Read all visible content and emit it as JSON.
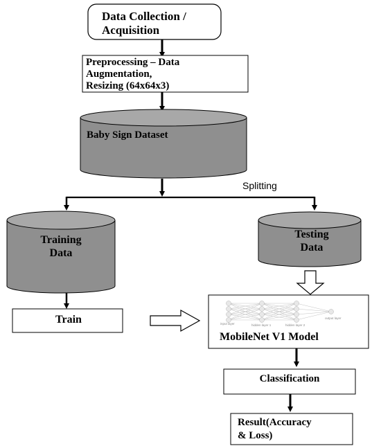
{
  "nodes": {
    "data_collection": {
      "line1": "Data Collection /",
      "line2": "Acquisition"
    },
    "preprocessing": {
      "line1": "Preprocessing – Data",
      "line2": "Augmentation,",
      "line3": "Resizing (64x64x3)"
    },
    "dataset": {
      "label": "Baby Sign Dataset"
    },
    "training_data": {
      "line1": "Training",
      "line2": "Data"
    },
    "testing_data": {
      "line1": "Testing",
      "line2": "Data"
    },
    "train": {
      "label": "Train"
    },
    "model": {
      "label": "MobileNet V1 Model",
      "layer_labels": {
        "input": "input layer",
        "hidden1": "hidden layer 1",
        "hidden2": "hidden layer 2",
        "output": "output layer"
      }
    },
    "classification": {
      "label": "Classification"
    },
    "result": {
      "line1": "Result(Accuracy",
      "line2": "& Loss)"
    }
  },
  "edges": {
    "splitting_label": "Splitting"
  },
  "colors": {
    "cylinder_fill": "#8f8f8f",
    "cylinder_top": "#a8a8a8",
    "stroke": "#000000",
    "background": "#ffffff"
  }
}
